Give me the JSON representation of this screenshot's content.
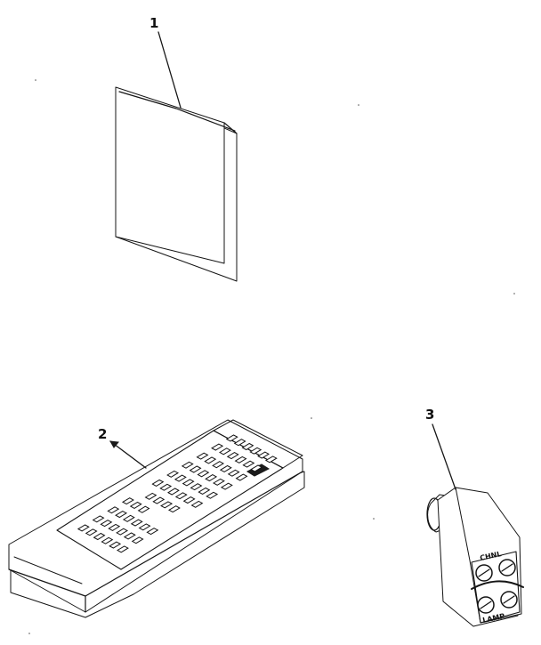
{
  "callouts": {
    "part1": "1",
    "part2": "2",
    "part3": "3"
  },
  "plug_labels": {
    "top": "CHNL",
    "bottom": "LAMP"
  },
  "ink_color": "#151515",
  "paper_color": "#ffffff"
}
